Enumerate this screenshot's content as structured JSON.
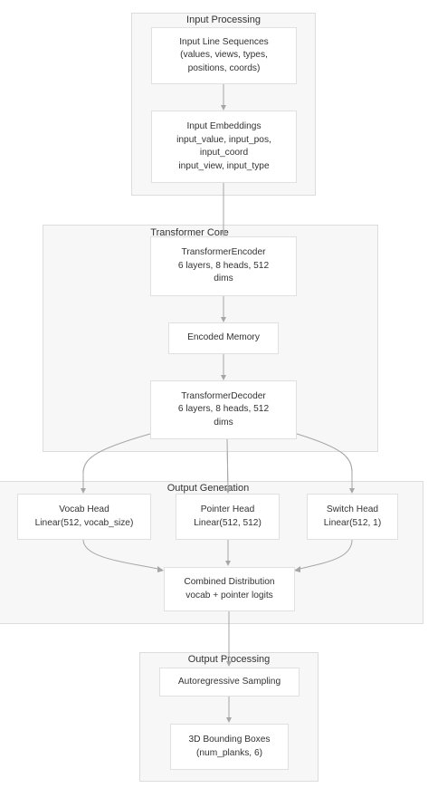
{
  "groups": {
    "input_processing": {
      "title": "Input Processing"
    },
    "transformer_core": {
      "title": "Transformer Core"
    },
    "output_generation": {
      "title": "Output Generation"
    },
    "output_processing": {
      "title": "Output Processing"
    }
  },
  "nodes": {
    "input_line_sequences": {
      "lines": [
        "Input Line Sequences",
        "(values, views, types,",
        "positions, coords)"
      ]
    },
    "input_embeddings": {
      "lines": [
        "Input Embeddings",
        "input_value, input_pos,",
        "input_coord",
        "input_view, input_type"
      ]
    },
    "transformer_encoder": {
      "lines": [
        "TransformerEncoder",
        "6 layers, 8 heads, 512",
        "dims"
      ]
    },
    "encoded_memory": {
      "lines": [
        "Encoded Memory"
      ]
    },
    "transformer_decoder": {
      "lines": [
        "TransformerDecoder",
        "6 layers, 8 heads, 512",
        "dims"
      ]
    },
    "vocab_head": {
      "lines": [
        "Vocab Head",
        "Linear(512, vocab_size)"
      ]
    },
    "pointer_head": {
      "lines": [
        "Pointer Head",
        "Linear(512, 512)"
      ]
    },
    "switch_head": {
      "lines": [
        "Switch Head",
        "Linear(512, 1)"
      ]
    },
    "combined_distribution": {
      "lines": [
        "Combined Distribution",
        "vocab + pointer logits"
      ]
    },
    "autoregressive_sampling": {
      "lines": [
        "Autoregressive Sampling"
      ]
    },
    "bounding_boxes": {
      "lines": [
        "3D Bounding Boxes",
        "(num_planks, 6)"
      ]
    }
  },
  "colors": {
    "edge": "#a6a6a6",
    "group_bg": "#f7f7f7",
    "group_border": "#dcdcdc",
    "node_border": "#e0e0e0"
  }
}
